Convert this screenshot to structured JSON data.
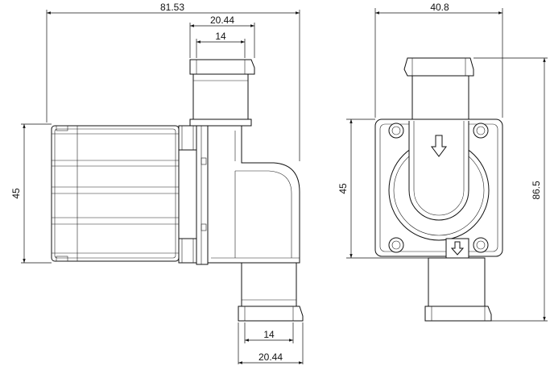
{
  "drawing": {
    "side_view": {
      "overall_length": "81.53",
      "top_outer_diameter": "20.44",
      "top_inner_diameter": "14",
      "height": "45",
      "bottom_inner_diameter": "14",
      "bottom_outer_diameter": "20.44"
    },
    "front_view": {
      "width": "40.8",
      "body_height": "45",
      "overall_height": "86.5"
    },
    "colors": {
      "line": "#111111",
      "background": "#ffffff"
    }
  }
}
